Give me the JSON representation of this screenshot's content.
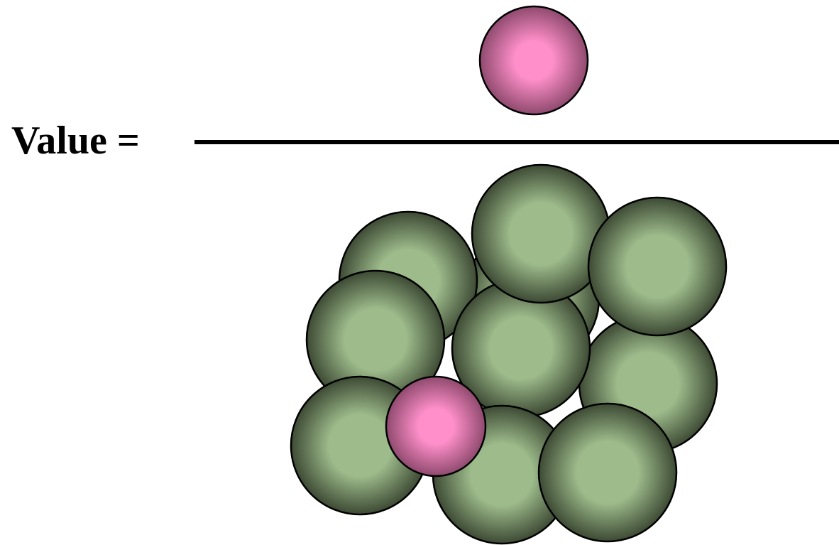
{
  "equation": {
    "label": "Value ="
  },
  "colors": {
    "pink_center": "#ff8fca",
    "pink_edge": "#8f4a6e",
    "green_center": "#9dbb8b",
    "green_edge": "#3d4a34",
    "stroke": "#000000",
    "fraction_bar": "#000000"
  },
  "numerator": {
    "balls": [
      {
        "color": "pink"
      }
    ]
  },
  "denominator": {
    "balls": [
      {
        "color": "green"
      },
      {
        "color": "green"
      },
      {
        "color": "green"
      },
      {
        "color": "green"
      },
      {
        "color": "green"
      },
      {
        "color": "green"
      },
      {
        "color": "green"
      },
      {
        "color": "green"
      },
      {
        "color": "green"
      },
      {
        "color": "green"
      },
      {
        "color": "green"
      },
      {
        "color": "pink"
      }
    ]
  }
}
